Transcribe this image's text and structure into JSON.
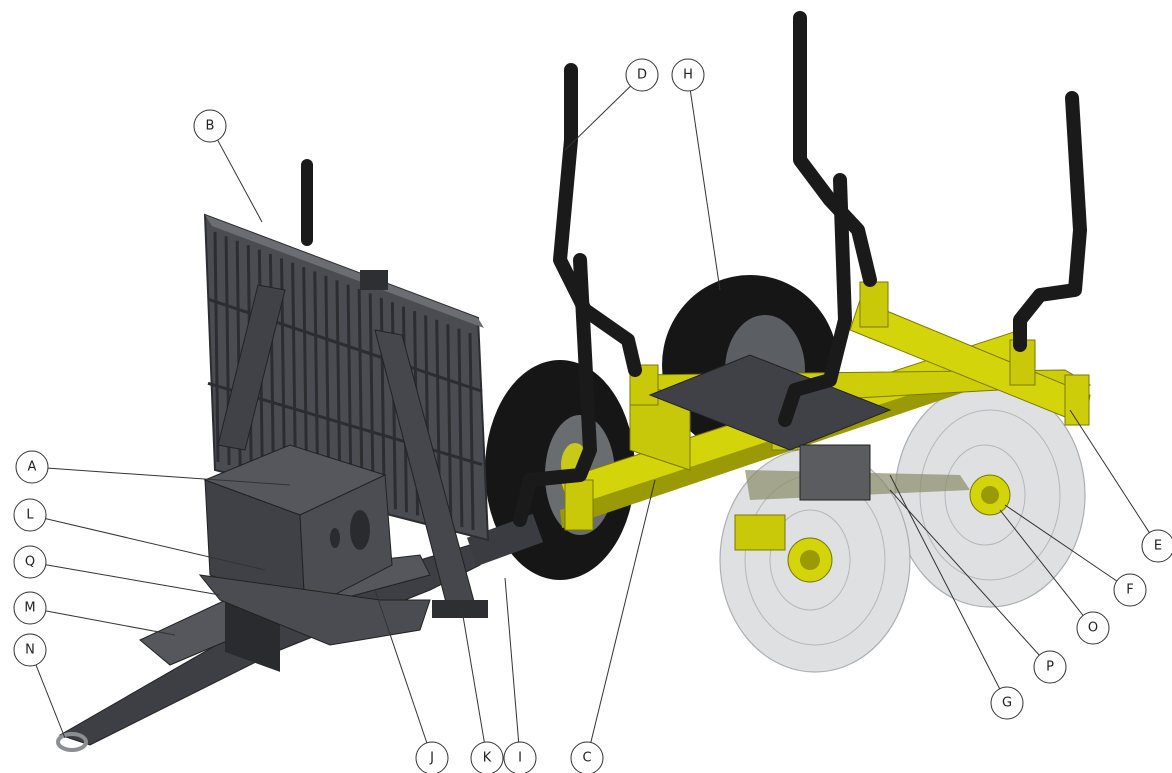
{
  "colors": {
    "frame_yellow": "#d4d40a",
    "frame_yellow_dark": "#9a9a06",
    "grille_gray": "#4a4c52",
    "grille_dark": "#2c2d31",
    "stake_black": "#1a1a1a",
    "tire_black": "#161616",
    "wheel_ghost": "#9aa0a4"
  },
  "callouts": [
    {
      "id": "A",
      "label": "A"
    },
    {
      "id": "B",
      "label": "B"
    },
    {
      "id": "C",
      "label": "C"
    },
    {
      "id": "D",
      "label": "D"
    },
    {
      "id": "E",
      "label": "E"
    },
    {
      "id": "F",
      "label": "F"
    },
    {
      "id": "G",
      "label": "G"
    },
    {
      "id": "H",
      "label": "H"
    },
    {
      "id": "I",
      "label": "I"
    },
    {
      "id": "J",
      "label": "J"
    },
    {
      "id": "K",
      "label": "K"
    },
    {
      "id": "L",
      "label": "L"
    },
    {
      "id": "M",
      "label": "M"
    },
    {
      "id": "N",
      "label": "N"
    },
    {
      "id": "O",
      "label": "O"
    },
    {
      "id": "P",
      "label": "P"
    },
    {
      "id": "Q",
      "label": "Q"
    }
  ]
}
